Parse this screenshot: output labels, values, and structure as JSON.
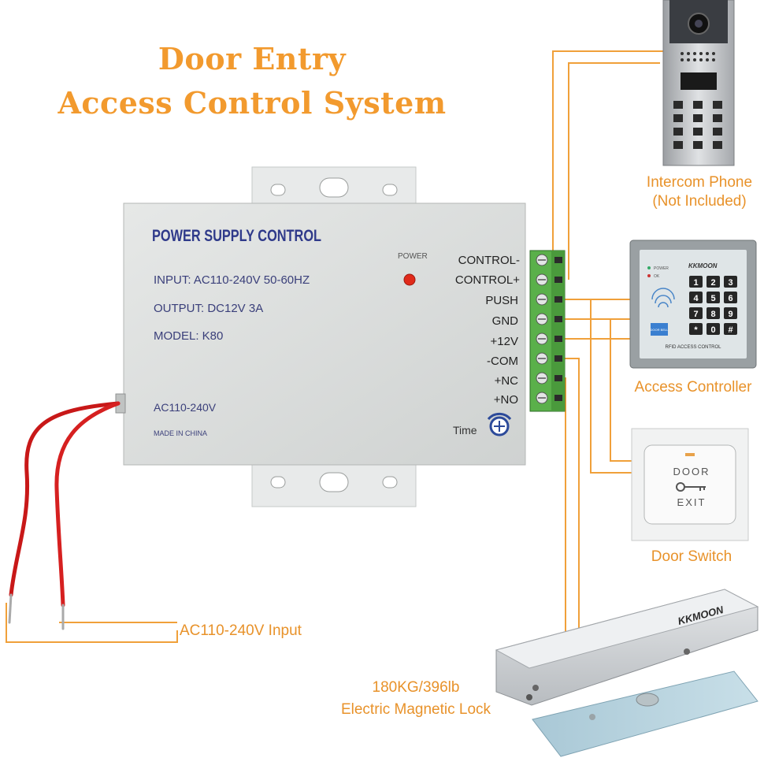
{
  "title": {
    "line1": "Door Entry",
    "line2": "Access Control System"
  },
  "power_supply": {
    "heading": "POWER SUPPLY CONTROL",
    "input_spec": "INPUT: AC110-240V  50-60HZ",
    "output_spec": "OUTPUT: DC12V  3A",
    "model": "MODEL: K80",
    "ac_label": "AC110-240V",
    "made_in": "MADE IN CHINA",
    "power_led_label": "POWER",
    "time_label": "Time",
    "terminals": [
      "CONTROL-",
      "CONTROL+",
      "PUSH",
      "GND",
      "+12V",
      "-COM",
      "+NC",
      "+NO"
    ]
  },
  "intercom": {
    "label_line1": "Intercom Phone",
    "label_line2": "(Not Included)"
  },
  "access_controller": {
    "label": "Access Controller",
    "brand": "KKMOON",
    "footer": "RFID ACCESS CONTROL",
    "keys": [
      "1",
      "2",
      "3",
      "4",
      "5",
      "6",
      "7",
      "8",
      "9",
      "*",
      "0",
      "#"
    ],
    "power_indicator": "POWER",
    "ok_indicator": "OK",
    "doorbell": "DOOR BELL"
  },
  "door_switch": {
    "label": "Door Switch",
    "top_text": "DOOR",
    "bottom_text": "EXIT"
  },
  "mag_lock": {
    "label_line1": "180KG/396lb",
    "label_line2": "Electric Magnetic Lock",
    "brand": "KKMOON"
  },
  "ac_input": {
    "label": "AC110-240V Input"
  },
  "colors": {
    "accent_orange": "#f29a2e",
    "wire_orange": "#f0a03a",
    "wire_red": "#d62020",
    "terminal_green": "#5ab04a",
    "box_gray": "#dcdedd"
  }
}
